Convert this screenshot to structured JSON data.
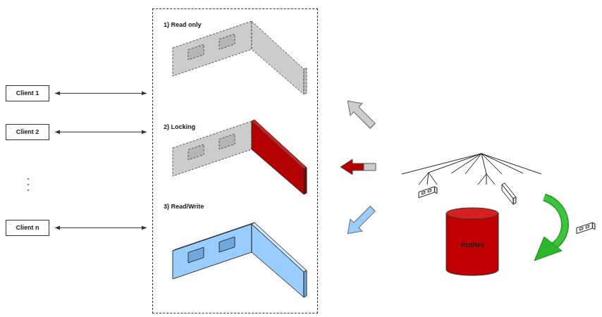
{
  "diagram": {
    "nodes": [
      {
        "text": [
          "Client 1"
        ]
      },
      {
        "text": [
          "Client 2"
        ]
      },
      {
        "text": [
          "Client n"
        ]
      },
      {
        "text": [
          "1) Read only",
          "2) Locking",
          "3) Read/Write"
        ]
      },
      {
        "text": [
          "RDBMS"
        ]
      }
    ],
    "edges": [
      {
        "from": 0,
        "to": 3,
        "arrow": "both"
      },
      {
        "from": 1,
        "to": 3,
        "arrow": "both"
      },
      {
        "from": 2,
        "to": 3,
        "arrow": "both"
      }
    ]
  }
}
